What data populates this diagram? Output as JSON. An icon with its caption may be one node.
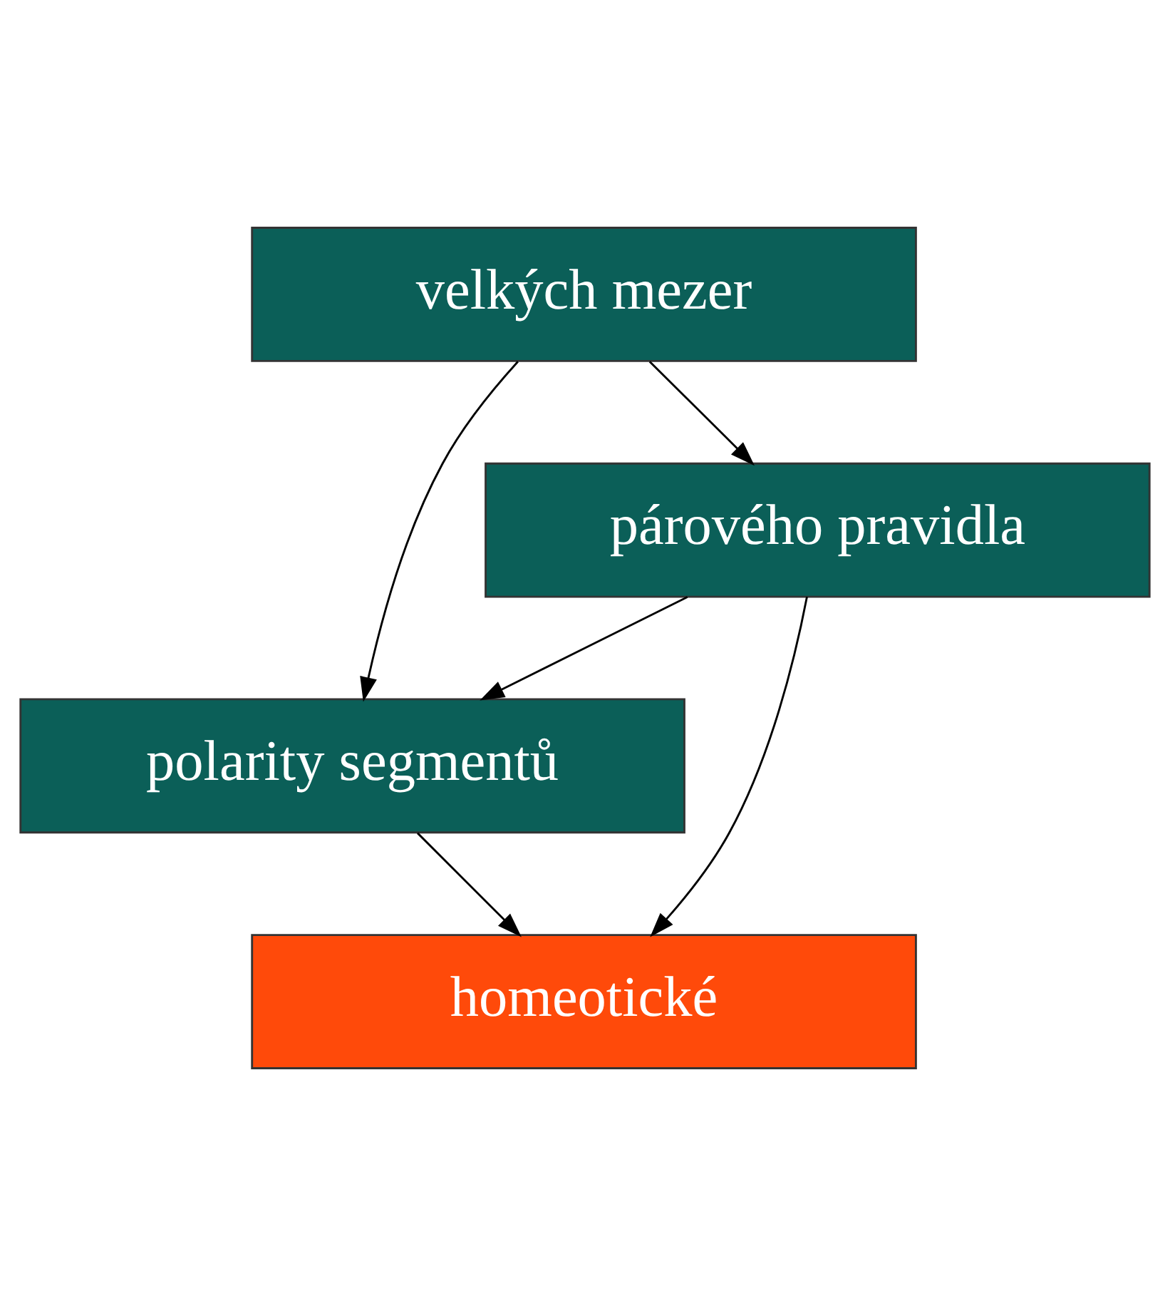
{
  "diagram": {
    "nodes": [
      {
        "text": [
          "velkých mezer"
        ]
      },
      {
        "text": [
          "párového pravidla"
        ]
      },
      {
        "text": [
          "polarity segmentů"
        ]
      },
      {
        "text": [
          "homeotické"
        ]
      }
    ],
    "edges": [
      {
        "from": 0,
        "to": 1,
        "arrow": "to"
      },
      {
        "from": 0,
        "to": 2,
        "arrow": "to"
      },
      {
        "from": 1,
        "to": 2,
        "arrow": "to"
      },
      {
        "from": 1,
        "to": 3,
        "arrow": "to"
      },
      {
        "from": 2,
        "to": 3,
        "arrow": "to"
      }
    ]
  }
}
